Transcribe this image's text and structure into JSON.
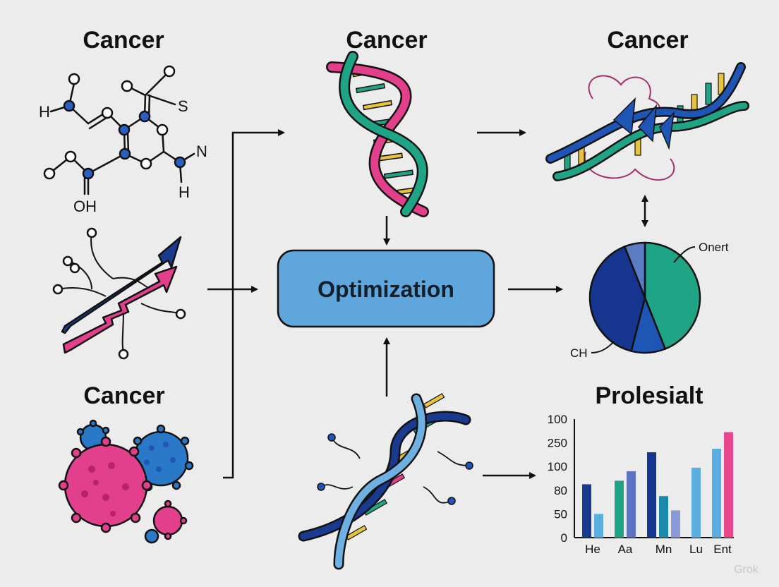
{
  "titles": {
    "top_left": "Cancer",
    "top_center": "Cancer",
    "top_right": "Cancer",
    "bottom_left": "Cancer",
    "bottom_right": "Prolesialt"
  },
  "center_box": {
    "label": "Optimization"
  },
  "molecule": {
    "h_left": "H",
    "s": "S",
    "n": "N",
    "h_bottom": "H",
    "oh": "OH"
  },
  "pie": {
    "label_right": "Onert",
    "label_left": "CH",
    "slices": [
      {
        "value": 0.44,
        "color": "#1fa585"
      },
      {
        "value": 0.1,
        "color": "#1f56b5"
      },
      {
        "value": 0.4,
        "color": "#16358f"
      },
      {
        "value": 0.06,
        "color": "#5b7bc4"
      }
    ]
  },
  "chart_data": {
    "type": "bar",
    "title": "Prolesialt",
    "y_tick_labels": [
      "100",
      "250",
      "100",
      "80",
      "50",
      "0"
    ],
    "categories": [
      "He",
      "Aa",
      "Mn",
      "Lu",
      "Ent"
    ],
    "bars": [
      {
        "category": "He",
        "value": 0.45,
        "color": "#1a3a8f"
      },
      {
        "category": "He",
        "value": 0.2,
        "color": "#5aaee0"
      },
      {
        "category": "Aa",
        "value": 0.48,
        "color": "#1fa585"
      },
      {
        "category": "Aa",
        "value": 0.56,
        "color": "#5b73c0"
      },
      {
        "category": "Mn",
        "value": 0.72,
        "color": "#16358f"
      },
      {
        "category": "Mn",
        "value": 0.35,
        "color": "#1a8aa8"
      },
      {
        "category": "Mn",
        "value": 0.23,
        "color": "#8a9ad8"
      },
      {
        "category": "Lu",
        "value": 0.59,
        "color": "#5aaee0"
      },
      {
        "category": "Ent",
        "value": 0.75,
        "color": "#5aaee0"
      },
      {
        "category": "Ent",
        "value": 0.89,
        "color": "#e8478e"
      }
    ],
    "ylim": [
      0,
      1
    ]
  },
  "watermark": "Grok",
  "colors": {
    "pink": "#e23f8c",
    "teal": "#1fa585",
    "navy": "#1a3a8f",
    "light_blue": "#6fb0e2",
    "box_fill": "#5fa6dc"
  }
}
